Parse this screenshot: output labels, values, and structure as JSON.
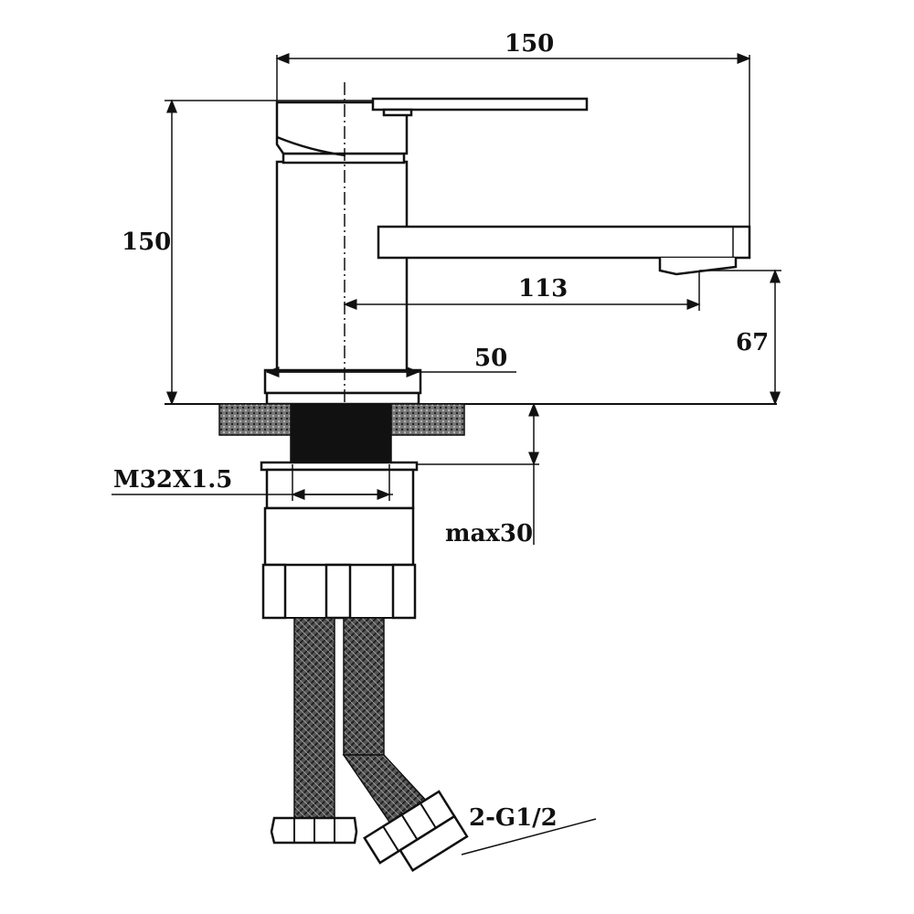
{
  "dimensions": {
    "overall_width": "150",
    "overall_height": "150",
    "spout_reach": "113",
    "spout_height": "67",
    "base_diameter": "50",
    "thread": "M32X1.5",
    "max_thickness": "max30",
    "hose_connection": "2-G1/2"
  }
}
